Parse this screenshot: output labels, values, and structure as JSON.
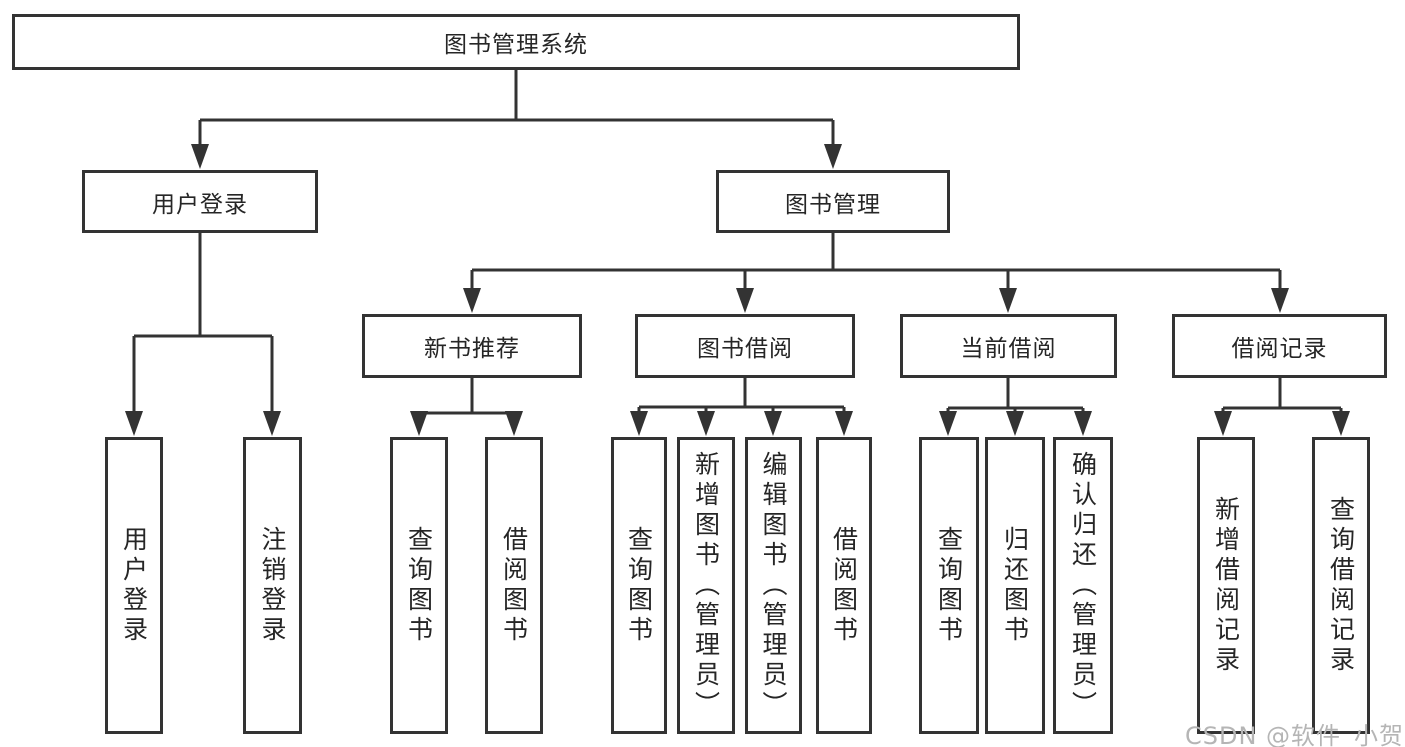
{
  "diagram": {
    "root": "图书管理系统",
    "level2": [
      "用户登录",
      "图书管理"
    ],
    "level3": [
      "新书推荐",
      "图书借阅",
      "当前借阅",
      "借阅记录"
    ],
    "leaves": {
      "user_login": [
        "用户登录",
        "注销登录"
      ],
      "new_book_rec": [
        "查询图书",
        "借阅图书"
      ],
      "book_borrow": [
        "查询图书",
        "新增图书（管理员）",
        "编辑图书（管理员）",
        "借阅图书"
      ],
      "current_borrow": [
        "查询图书",
        "归还图书",
        "确认归还（管理员）"
      ],
      "borrow_records": [
        "新增借阅记录",
        "查询借阅记录"
      ]
    }
  },
  "watermark": "CSDN @软件_小贺同学",
  "colors": {
    "line": "#333333",
    "text": "#262626",
    "watermark": "#b5b5b5",
    "background": "#ffffff"
  }
}
